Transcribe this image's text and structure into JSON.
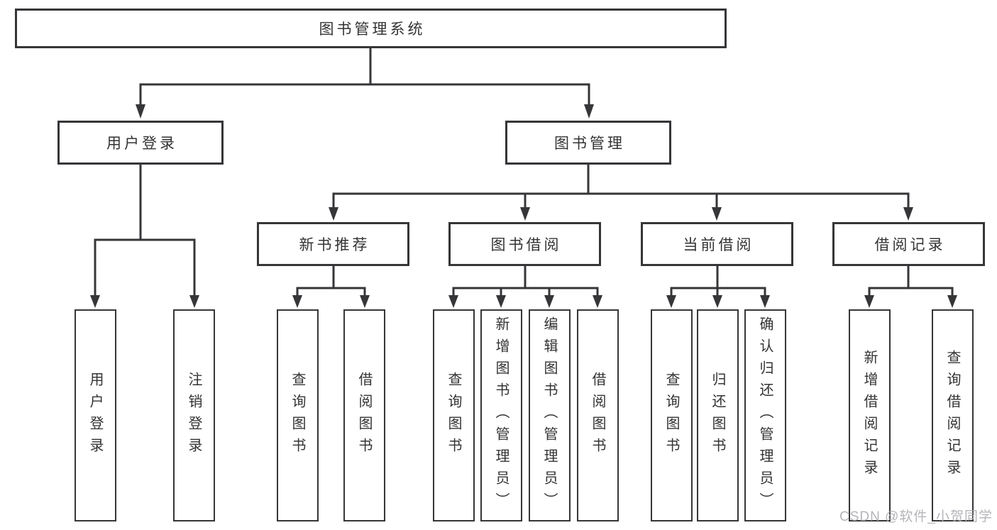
{
  "tree": {
    "root": {
      "label": "图书管理系统"
    },
    "branches": [
      {
        "label": "用户登录",
        "children": [
          {
            "label": "用户登录"
          },
          {
            "label": "注销登录"
          }
        ]
      },
      {
        "label": "图书管理",
        "children": [
          {
            "label": "新书推荐",
            "children": [
              {
                "label": "查询图书"
              },
              {
                "label": "借阅图书"
              }
            ]
          },
          {
            "label": "图书借阅",
            "children": [
              {
                "label": "查询图书"
              },
              {
                "label": "新增图书（管理员）"
              },
              {
                "label": "编辑图书（管理员）"
              },
              {
                "label": "借阅图书"
              }
            ]
          },
          {
            "label": "当前借阅",
            "children": [
              {
                "label": "查询图书"
              },
              {
                "label": "归还图书"
              },
              {
                "label": "确认归还（管理员）"
              }
            ]
          },
          {
            "label": "借阅记录",
            "children": [
              {
                "label": "新增借阅记录"
              },
              {
                "label": "查询借阅记录"
              }
            ]
          }
        ]
      }
    ]
  },
  "watermark": {
    "text": "CSDN @软件_小贺同学"
  },
  "colors": {
    "line": "#363639",
    "box_border": "#363639",
    "text": "#333333",
    "background": "#ffffff",
    "watermark": "#acacb3"
  }
}
